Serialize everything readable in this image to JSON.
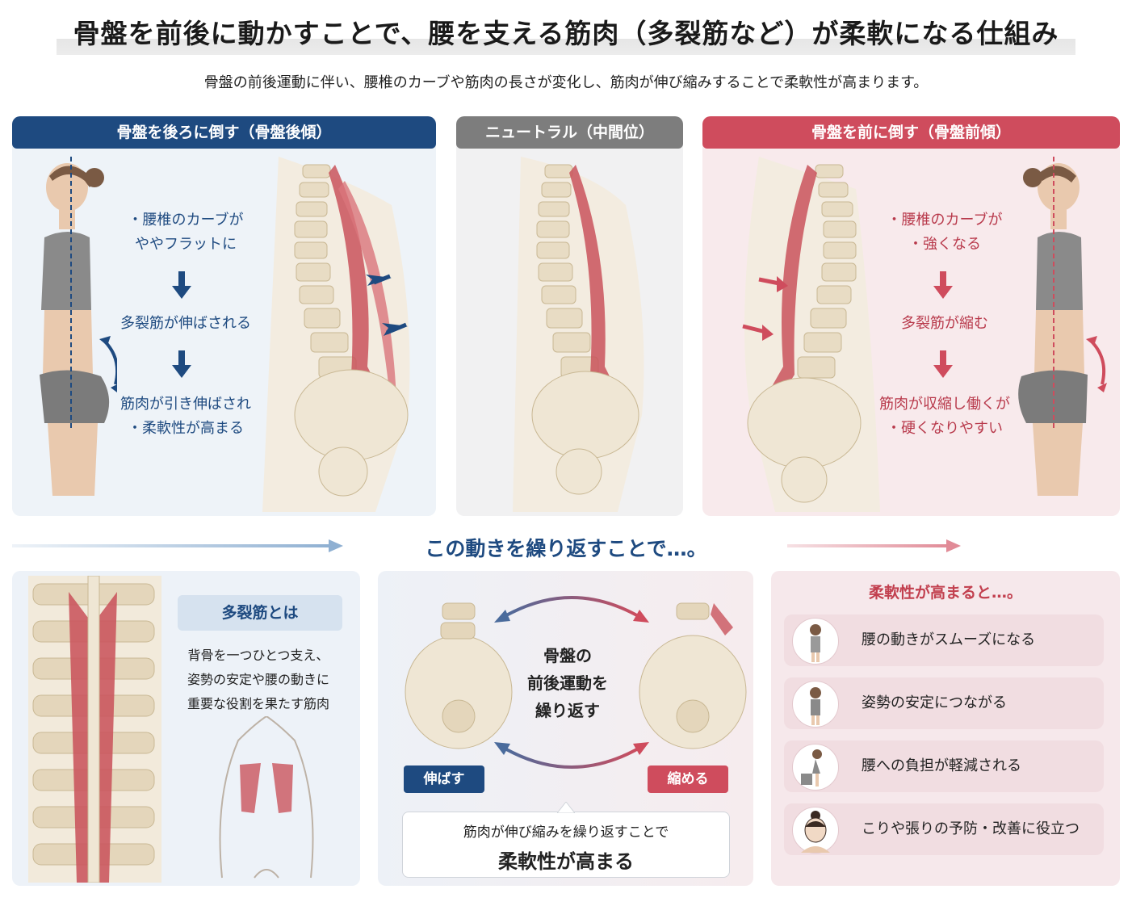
{
  "title": "骨盤を前後に動かすことで、腰を支える筋肉（多裂筋など）が柔軟になる仕組み",
  "subtitle": "骨盤の前後運動に伴い、腰椎のカーブや筋肉の長さが変化し、筋肉が伸び縮みすることで柔軟性が高まります。",
  "colors": {
    "blue": "#1e4a80",
    "gray": "#7d7d7d",
    "red": "#cf4c5d",
    "muscle": "#c9545c",
    "bone": "#efe6d4"
  },
  "panels": {
    "posterior": {
      "header": "骨盤を後ろに倒す（骨盤後傾）",
      "steps": [
        "・腰椎のカーブが",
        "ややフラットに",
        "多裂筋が伸ばされる",
        "筋肉が引き伸ばされ",
        "・柔軟性が高まる"
      ],
      "icons": [
        "down-arrow-icon",
        "curved-double-arrow-icon",
        "push-arrow-icon"
      ]
    },
    "neutral": {
      "header": "ニュートラル（中間位）"
    },
    "anterior": {
      "header": "骨盤を前に倒す（骨盤前傾）",
      "steps": [
        "・腰椎のカーブが",
        "・強くなる",
        "多裂筋が縮む",
        "筋肉が収縮し働くが",
        "・硬くなりやすい"
      ],
      "icons": [
        "down-arrow-icon",
        "curved-double-arrow-icon",
        "push-arrow-icon"
      ]
    }
  },
  "repeat_heading": "この動きを繰り返すことで…。",
  "multifidus": {
    "label": "多裂筋とは",
    "description": [
      "背骨を一つひとつ支え、",
      "姿勢の安定や腰の動きに",
      "重要な役割を果たす筋肉"
    ]
  },
  "cycle": {
    "center": [
      "骨盤の",
      "前後運動を",
      "繰り返す"
    ],
    "stretch": "伸ばす",
    "contract": "縮める",
    "callout_line1": "筋肉が伸び縮みを繰り返すことで",
    "callout_line2": "柔軟性が高まる"
  },
  "benefits": {
    "heading": "柔軟性が高まると…。",
    "items": [
      {
        "label": "腰の動きがスムーズになる",
        "icon": "standing-woman-icon"
      },
      {
        "label": "姿勢の安定につながる",
        "icon": "posture-woman-icon"
      },
      {
        "label": "腰への負担が軽減される",
        "icon": "lifting-woman-icon"
      },
      {
        "label": "こりや張りの予防・改善に役立つ",
        "icon": "woman-face-icon"
      }
    ]
  }
}
